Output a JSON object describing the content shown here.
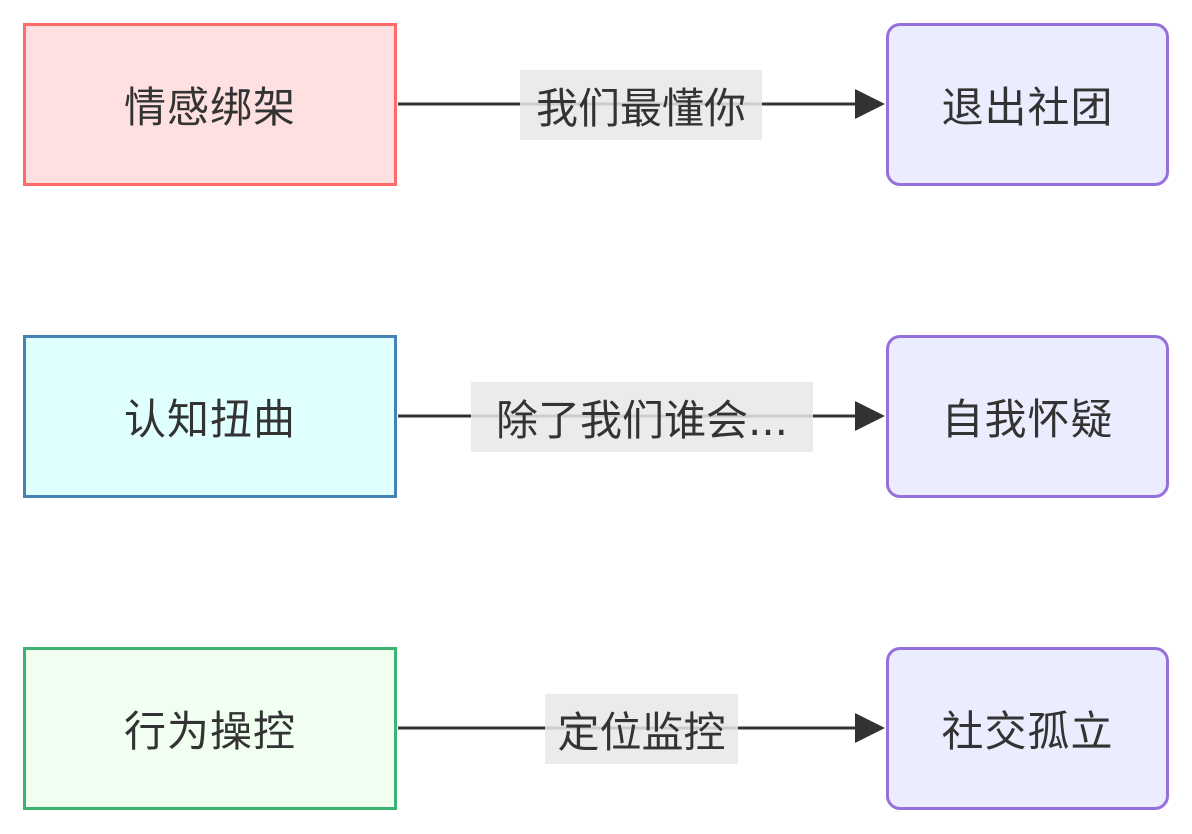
{
  "diagram": {
    "rows": [
      {
        "source": {
          "label": "情感绑架",
          "fill": "#FFE0E0",
          "stroke": "#FF6B6B"
        },
        "edge_label": "我们最懂你",
        "target": {
          "label": "退出社团"
        }
      },
      {
        "source": {
          "label": "认知扭曲",
          "fill": "#E0FFFF",
          "stroke": "#4682B4"
        },
        "edge_label": "除了我们谁会...",
        "target": {
          "label": "自我怀疑"
        }
      },
      {
        "source": {
          "label": "行为操控",
          "fill": "#F0FFF0",
          "stroke": "#3CB371"
        },
        "edge_label": "定位监控",
        "target": {
          "label": "社交孤立"
        }
      }
    ],
    "target_style": {
      "fill": "#ECECFF",
      "stroke": "#9370DB"
    },
    "edge_color": "#333333"
  }
}
